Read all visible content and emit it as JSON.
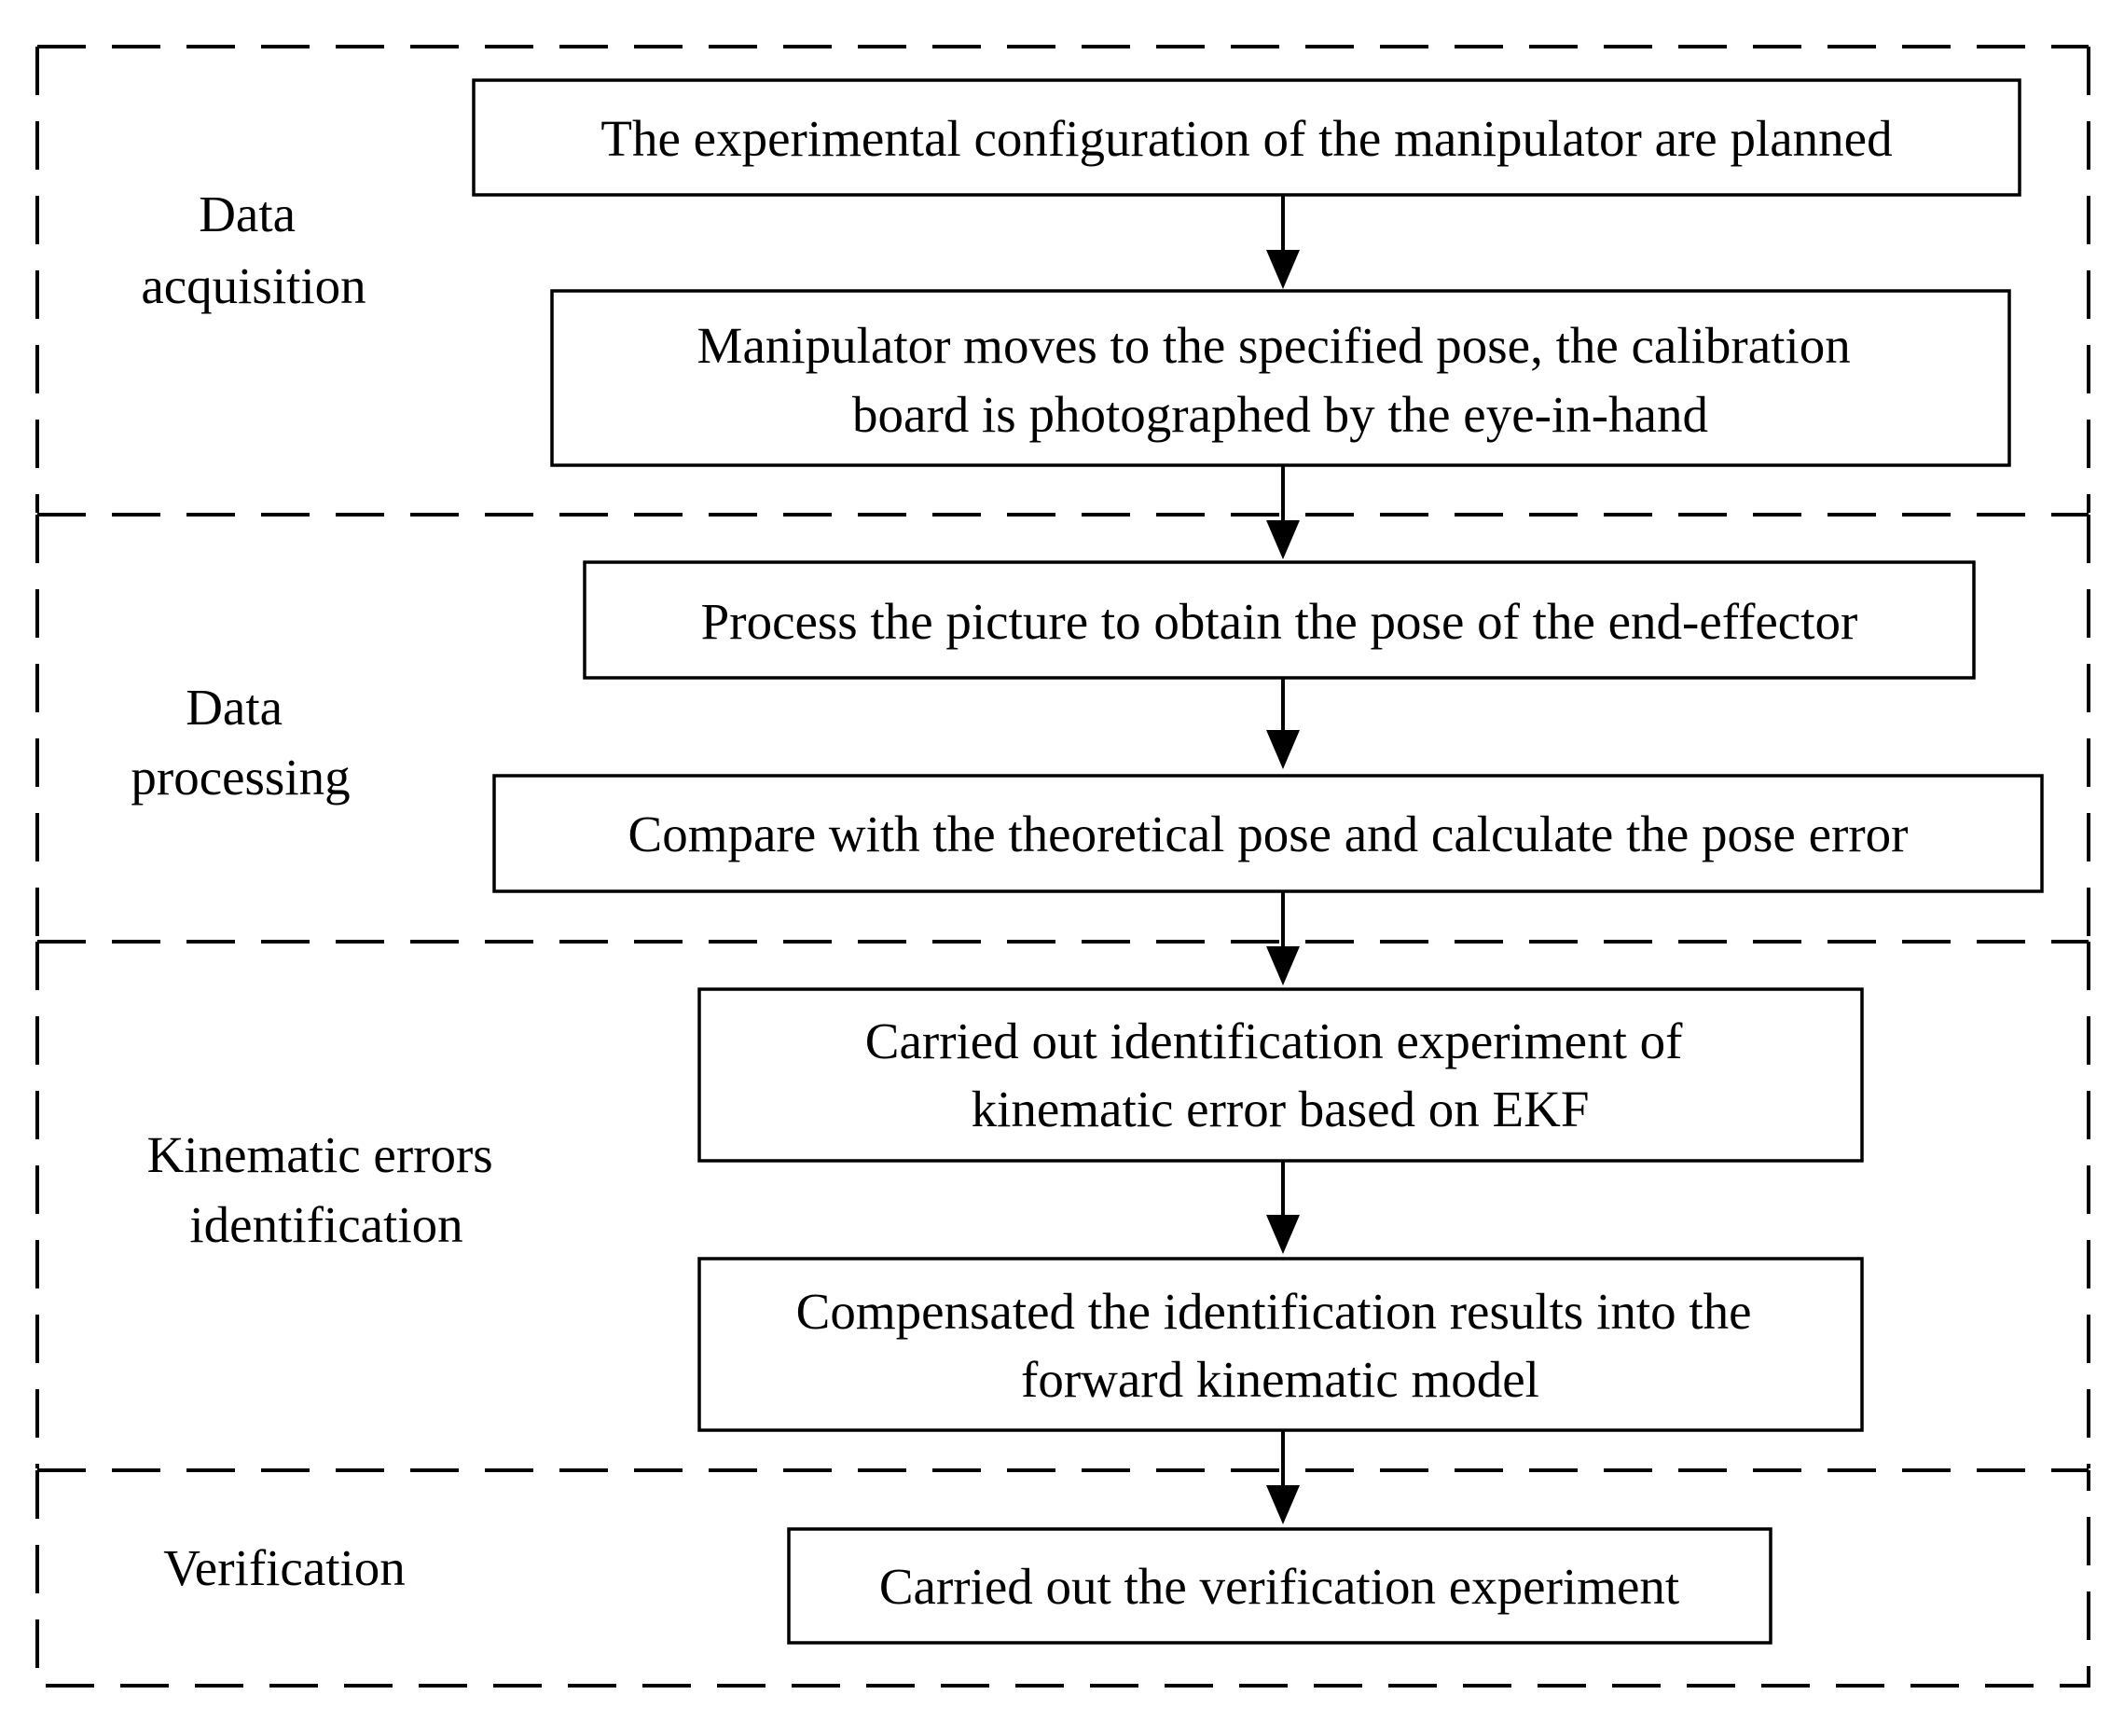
{
  "stages": [
    {
      "id": "data-acquisition",
      "label": [
        "Data",
        "acquisition"
      ]
    },
    {
      "id": "data-processing",
      "label": [
        "Data",
        "processing"
      ]
    },
    {
      "id": "kinematic-errors-identification",
      "label": [
        "Kinematic errors",
        "identification"
      ]
    },
    {
      "id": "verification",
      "label": [
        "Verification"
      ]
    }
  ],
  "steps": [
    {
      "id": "plan-configuration",
      "lines": [
        "The experimental configuration of the manipulator are planned"
      ]
    },
    {
      "id": "move-and-photograph",
      "lines": [
        "Manipulator moves to the specified pose, the calibration",
        "board is photographed by the eye-in-hand"
      ]
    },
    {
      "id": "process-picture",
      "lines": [
        "Process the picture to obtain the pose of the end-effector"
      ]
    },
    {
      "id": "compare-pose",
      "lines": [
        "Compare with the theoretical pose and calculate the pose error"
      ]
    },
    {
      "id": "identification-experiment",
      "lines": [
        "Carried out identification experiment of",
        "kinematic error based on EKF"
      ]
    },
    {
      "id": "compensate-results",
      "lines": [
        "Compensated the identification results into the",
        "forward kinematic model"
      ]
    },
    {
      "id": "verification-experiment",
      "lines": [
        "Carried out the verification experiment"
      ]
    }
  ],
  "colors": {
    "stroke": "#000000",
    "background": "#ffffff"
  }
}
